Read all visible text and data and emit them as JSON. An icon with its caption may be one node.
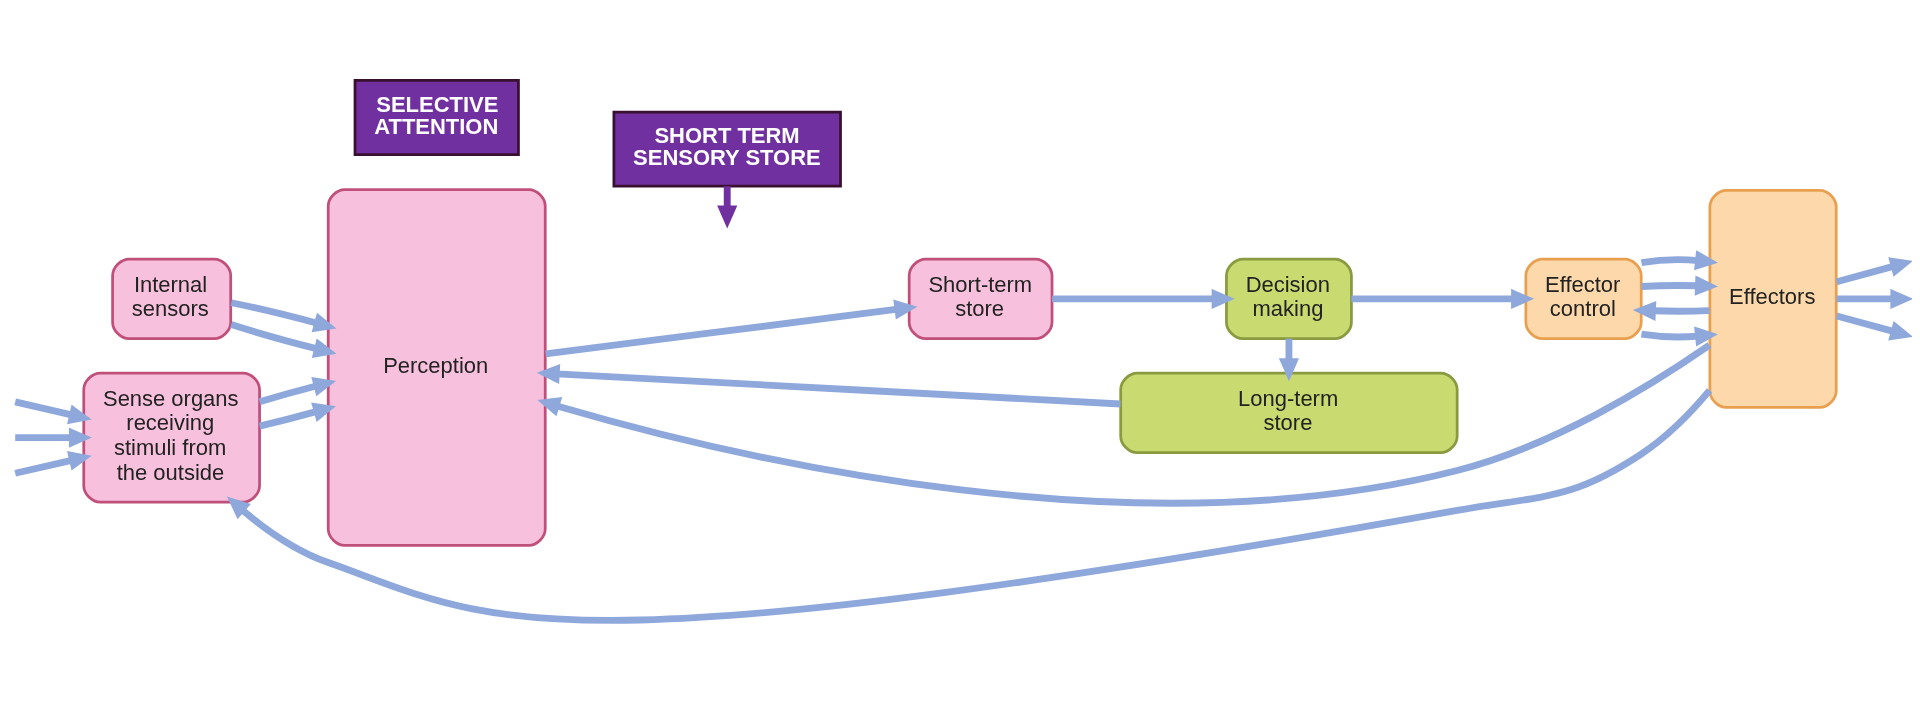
{
  "diagram": {
    "nodes": [
      {
        "text": [
          "SELECTIVE ATTENTION"
        ]
      },
      {
        "text": [
          "SHORT TERM SENSORY STORE"
        ]
      },
      {
        "text": [
          "Sense organs receiving stimuli from the outside"
        ]
      },
      {
        "text": [
          "Internal sensors"
        ]
      },
      {
        "text": [
          "Perception"
        ]
      },
      {
        "text": [
          "Short-term store"
        ]
      },
      {
        "text": [
          "Decision making"
        ]
      },
      {
        "text": [
          "Effector control"
        ]
      },
      {
        "text": [
          "Effectors"
        ]
      },
      {
        "text": [
          "Long-term store"
        ]
      }
    ],
    "edges": [
      {
        "from": 8,
        "to": 2,
        "arrow": "to"
      },
      {
        "from": 8,
        "to": 4,
        "arrow": "to"
      },
      {
        "from": 8,
        "to": 7,
        "arrow": "to"
      },
      {
        "from": null,
        "to": 2,
        "arrow": "to"
      },
      {
        "from": null,
        "to": 2,
        "arrow": "to"
      },
      {
        "from": null,
        "to": 2,
        "arrow": "to"
      },
      {
        "from": 2,
        "to": 4,
        "arrow": "to"
      },
      {
        "from": 2,
        "to": 4,
        "arrow": "to"
      },
      {
        "from": 3,
        "to": 4,
        "arrow": "to"
      },
      {
        "from": 3,
        "to": 4,
        "arrow": "to"
      },
      {
        "from": 1,
        "to": null,
        "arrow": "to",
        "color": "#7030a0"
      },
      {
        "from": 4,
        "to": 5,
        "arrow": "to"
      },
      {
        "from": 5,
        "to": 6,
        "arrow": "to"
      },
      {
        "from": 6,
        "to": 7,
        "arrow": "to"
      },
      {
        "from": 6,
        "to": 9,
        "arrow": "to"
      },
      {
        "from": 9,
        "to": 4,
        "arrow": "to"
      },
      {
        "from": 7,
        "to": 8,
        "arrow": "to"
      },
      {
        "from": 7,
        "to": 8,
        "arrow": "to"
      },
      {
        "from": 7,
        "to": 8,
        "arrow": "to"
      },
      {
        "from": 8,
        "to": null,
        "arrow": "to"
      },
      {
        "from": 8,
        "to": null,
        "arrow": "to"
      },
      {
        "from": 8,
        "to": null,
        "arrow": "to"
      }
    ]
  }
}
